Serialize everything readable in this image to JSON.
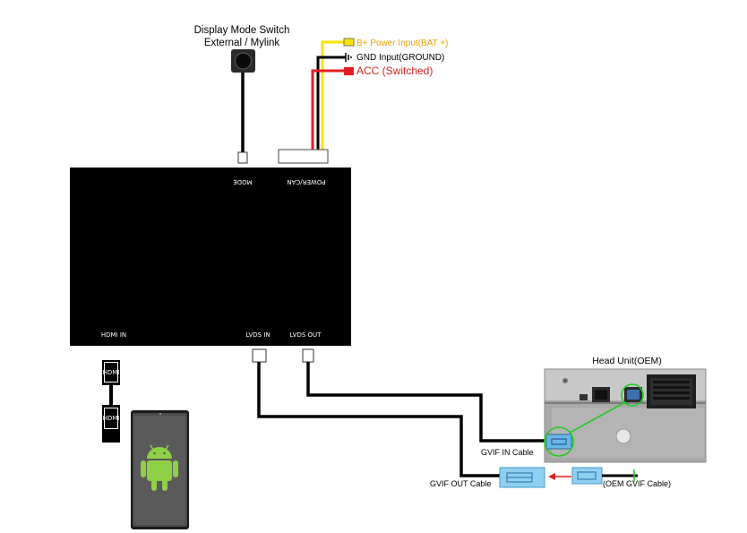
{
  "switch": {
    "title_line1": "Display Mode Switch",
    "title_line2": "External / Mylink"
  },
  "power": {
    "bplus_label": "B+ Power Input(BAT +)",
    "gnd_label": "GND Input(GROUND)",
    "acc_label": "ACC (Switched)",
    "bplus_color": "#f5a000",
    "gnd_color": "#000000",
    "acc_color": "#e02020"
  },
  "module": {
    "port_mode": "MODE",
    "port_power_can": "POWER/CAN",
    "port_hdmi_in": "HDMI IN",
    "port_lvds_in": "LVDS IN",
    "port_lvds_out": "LVDS OUT"
  },
  "hdmi": {
    "plug_top": "HDMI",
    "plug_bottom": "HDMI"
  },
  "head_unit": {
    "title": "Head Unit(OEM)"
  },
  "cables": {
    "gvif_in": "GVIF IN Cable",
    "gvif_out": "GVIF OUT Cable",
    "oem_gvif": "(OEM GVIF Cable)"
  },
  "icons": {
    "phone": "android-robot-icon",
    "button": "push-button-icon"
  }
}
